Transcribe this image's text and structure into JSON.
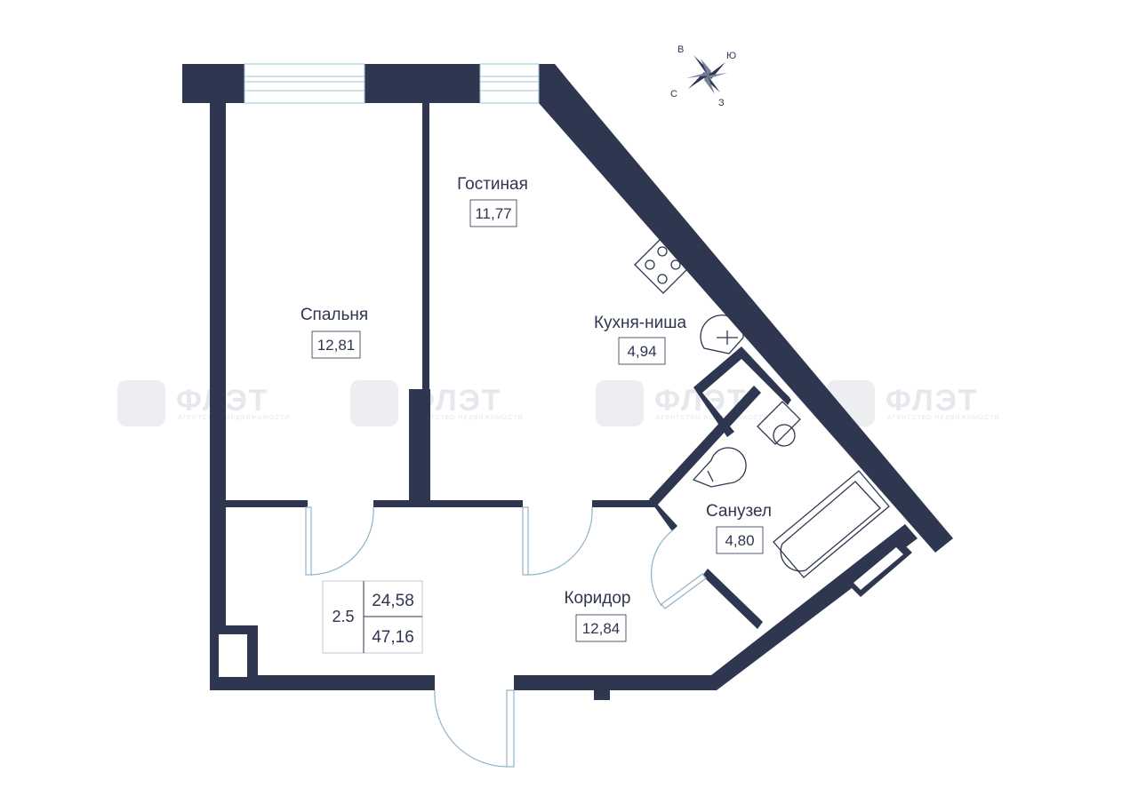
{
  "compass": {
    "north": "С",
    "south": "Ю",
    "east": "В",
    "west": "З"
  },
  "rooms": {
    "living": {
      "name": "Гостиная",
      "area": "11,77"
    },
    "bedroom": {
      "name": "Спальня",
      "area": "12,81"
    },
    "kitchen": {
      "name": "Кухня-ниша",
      "area": "4,94"
    },
    "bathroom": {
      "name": "Санузел",
      "area": "4,80"
    },
    "corridor": {
      "name": "Коридор",
      "area": "12,84"
    }
  },
  "summary": {
    "apartment_type": "2.5",
    "living_area": "24,58",
    "total_area": "47,16"
  },
  "watermark": {
    "brand": "ФЛЭТ",
    "subtitle": "АГЕНТСТВО НЕДВИЖИМОСТИ"
  },
  "colors": {
    "wall": "#2e3650",
    "door": "#8fb3c8",
    "window": "#9cc4da",
    "watermark": "#e6e8ee"
  }
}
